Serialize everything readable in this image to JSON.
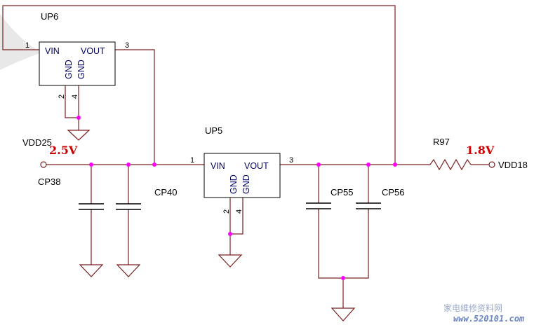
{
  "components": {
    "up6": {
      "ref": "UP6",
      "vin": "VIN",
      "vout": "VOUT",
      "gnd1": "GND",
      "gnd2": "GND",
      "pin_in": "1",
      "pin_out": "3",
      "pin_gnd1": "2",
      "pin_gnd2": "4"
    },
    "up5": {
      "ref": "UP5",
      "vin": "VIN",
      "vout": "VOUT",
      "gnd1": "GND",
      "gnd2": "GND",
      "pin_in": "1",
      "pin_out": "3",
      "pin_gnd1": "2",
      "pin_gnd2": "4"
    },
    "r97": {
      "ref": "R97"
    },
    "caps": {
      "cp38": "CP38",
      "cp40": "CP40",
      "cp55": "CP55",
      "cp56": "CP56"
    }
  },
  "nets": {
    "in_name": "VDD25",
    "in_voltage": "2.5V",
    "out_name": "VDD18",
    "out_voltage": "1.8V"
  },
  "colors": {
    "wire": "#7a2020",
    "junction": "#ff00ff",
    "voltage_text": "#cc0000"
  },
  "watermark": {
    "text_cn": "家电维修资料网",
    "url": "www.520101.com"
  }
}
